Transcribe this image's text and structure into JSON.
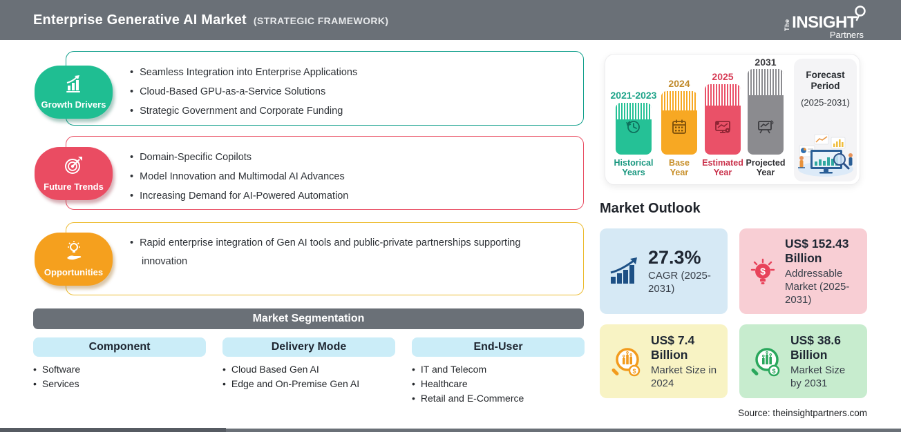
{
  "colors": {
    "header_gray": "#6A7077",
    "growth_green": "#1FBE92",
    "trends_red": "#EA4C62",
    "opportunities_orange": "#F5A01E",
    "segment_header_cyan": "#CBEDF8",
    "bar_green": "#25C196",
    "bar_orange": "#F7A823",
    "bar_red": "#EA5168",
    "bar_gray": "#8B8B8F",
    "card_blue": "#D6E9F5",
    "card_pink": "#F8CED4",
    "card_yellow": "#F8F3C4",
    "card_green": "#C7ECCE"
  },
  "header": {
    "title": "Enterprise Generative AI Market",
    "subtitle": "(STRATEGIC FRAMEWORK)",
    "logo": {
      "the": "The",
      "insight": "INSIGHT",
      "partners": "Partners"
    }
  },
  "framework": {
    "sections": [
      {
        "label": "Growth Drivers",
        "icon": "growth-chart-icon",
        "bullets": [
          "Seamless Integration into Enterprise Applications",
          "Cloud-Based GPU-as-a-Service Solutions",
          "Strategic Government and Corporate Funding"
        ]
      },
      {
        "label": "Future Trends",
        "icon": "target-icon",
        "bullets": [
          "Domain-Specific Copilots",
          "Model Innovation and Multimodal AI Advances",
          "Increasing Demand for AI-Powered Automation"
        ]
      },
      {
        "label": "Opportunities",
        "icon": "idea-hand-icon",
        "bullets": [
          "Rapid enterprise integration of Gen AI tools and public-private partnerships supporting innovation"
        ]
      }
    ]
  },
  "segmentation": {
    "title": "Market Segmentation",
    "columns": [
      {
        "label": "Component",
        "items": [
          "Software",
          "Services"
        ]
      },
      {
        "label": "Delivery Mode",
        "items": [
          "Cloud Based Gen AI",
          "Edge and On-Premise Gen AI"
        ]
      },
      {
        "label": "End-User",
        "items": [
          "IT and Telecom",
          "Healthcare",
          "Retail and E-Commerce"
        ]
      }
    ]
  },
  "timeline": {
    "bars": [
      {
        "year": "2021-2023",
        "label1": "Historical",
        "label2": "Years",
        "icon": "clock-history-icon"
      },
      {
        "year": "2024",
        "label1": "Base",
        "label2": "Year",
        "icon": "calendar-icon"
      },
      {
        "year": "2025",
        "label1": "Estimated",
        "label2": "Year",
        "icon": "monitor-gear-icon"
      },
      {
        "year": "2031",
        "label1": "Projected",
        "label2": "Year",
        "icon": "presentation-icon"
      }
    ],
    "forecast": {
      "line1": "Forecast",
      "line2": "Period",
      "range": "(2025-2031)"
    }
  },
  "outlook": {
    "title": "Market Outlook",
    "cards": [
      {
        "value": "27.3%",
        "desc": "CAGR (2025-2031)",
        "icon": "cagr-chart-icon"
      },
      {
        "value": "US$ 152.43 Billion",
        "desc": "Addressable Market (2025-2031)",
        "icon": "bulb-dollar-icon"
      },
      {
        "value": "US$ 7.4 Billion",
        "desc": "Market Size in 2024",
        "icon": "magnifier-chart-icon-orange"
      },
      {
        "value": "US$ 38.6 Billion",
        "desc": "Market Size by 2031",
        "icon": "magnifier-chart-icon-green"
      }
    ]
  },
  "source": "Source: theinsightpartners.com",
  "chart_data": {
    "type": "bar",
    "title": "Enterprise Generative AI Market timeline",
    "categories": [
      "Historical Years (2021-2023)",
      "Base Year (2024)",
      "Estimated Year (2025)",
      "Projected Year (2031)"
    ],
    "values_note": "timeline bars are illustrative (no numeric axis shown)",
    "market_size_usd_billion": {
      "2024": 7.4,
      "2031": 38.6
    },
    "addressable_market_usd_billion_2025_2031": 152.43,
    "cagr_percent_2025_2031": 27.3,
    "forecast_period": "2025-2031"
  }
}
